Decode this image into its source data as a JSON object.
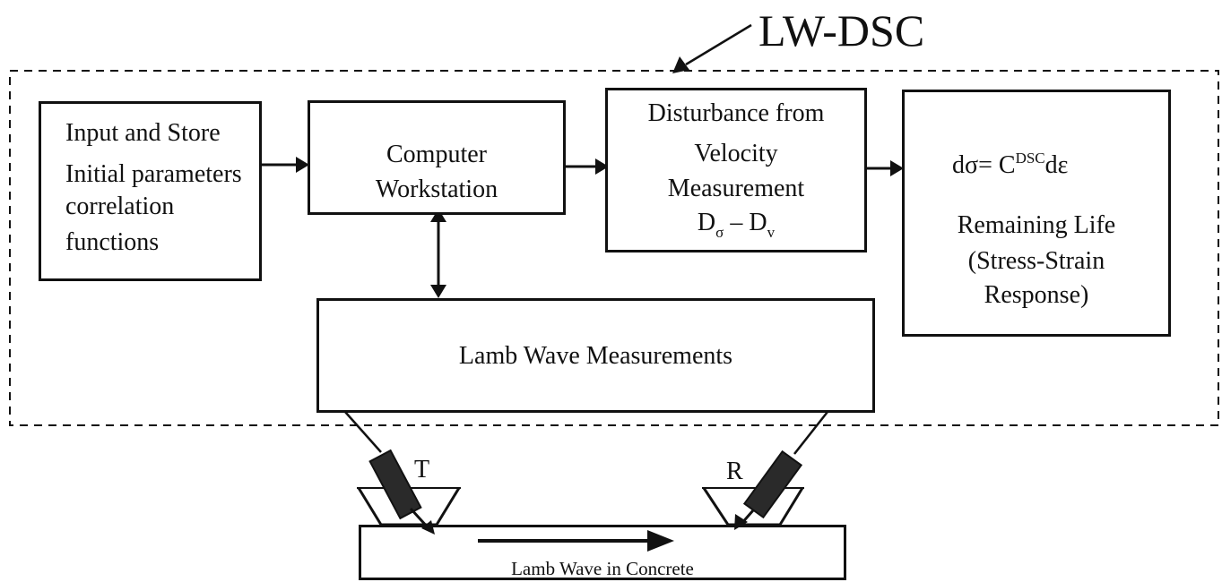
{
  "title": "LW-DSC",
  "boxes": {
    "input": [
      "Input and Store",
      "Initial parameters",
      "correlation",
      "functions"
    ],
    "computer": [
      "Computer",
      "Workstation"
    ],
    "disturbance": [
      "Disturbance from",
      "Velocity",
      "Measurement"
    ],
    "disturbance_formula": {
      "d1": "D",
      "s1": "σ",
      "dash": " – ",
      "d2": "D",
      "s2": "v"
    },
    "remaining": {
      "equation": {
        "left": "dσ= C",
        "sup": "DSC",
        "right": "dε"
      },
      "lines": [
        "Remaining Life",
        "(Stress-Strain",
        "Response)"
      ]
    },
    "lamb": "Lamb Wave Measurements"
  },
  "transducers": {
    "transmitter": "T",
    "receiver": "R"
  },
  "specimen_label": "Lamb Wave in Concrete"
}
